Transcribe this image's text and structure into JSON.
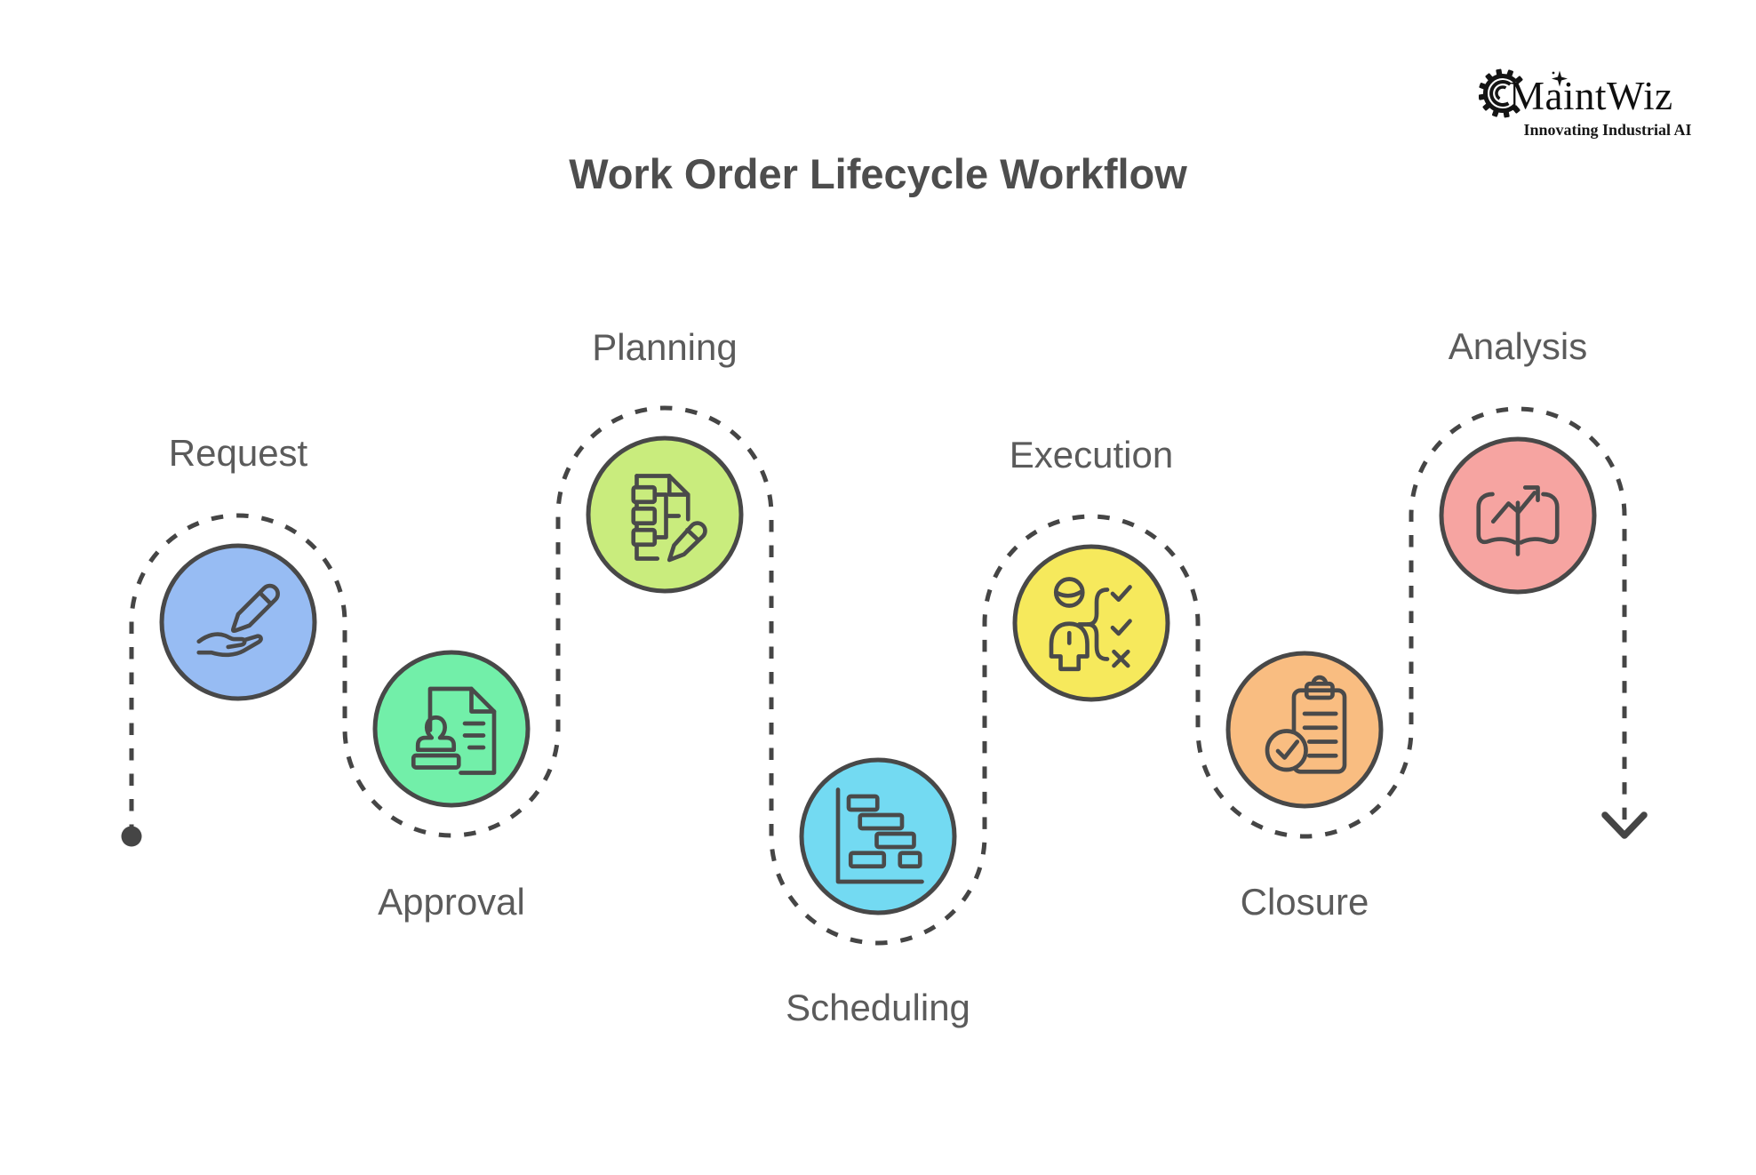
{
  "title": "Work Order Lifecycle Workflow",
  "logo": {
    "name": "MaintWiz",
    "tagline": "Innovating Industrial AI"
  },
  "diagram": {
    "path_color": "#454545",
    "path_style": "dashed",
    "start_marker": "dot",
    "end_marker": "arrow-down",
    "node_border_color": "#484848",
    "icon_stroke_color": "#4a4a4a"
  },
  "steps": [
    {
      "label": "Request",
      "icon": "pencil-hand-icon",
      "color": "#97bcf3"
    },
    {
      "label": "Approval",
      "icon": "stamp-document-icon",
      "color": "#72efa9"
    },
    {
      "label": "Planning",
      "icon": "document-flowchart-pencil-icon",
      "color": "#c9ec7d"
    },
    {
      "label": "Scheduling",
      "icon": "gantt-chart-icon",
      "color": "#73daf2"
    },
    {
      "label": "Execution",
      "icon": "worker-checklist-icon",
      "color": "#f6e95c"
    },
    {
      "label": "Closure",
      "icon": "clipboard-check-icon",
      "color": "#f9bd81"
    },
    {
      "label": "Analysis",
      "icon": "book-trend-arrow-icon",
      "color": "#f6a4a1"
    }
  ]
}
